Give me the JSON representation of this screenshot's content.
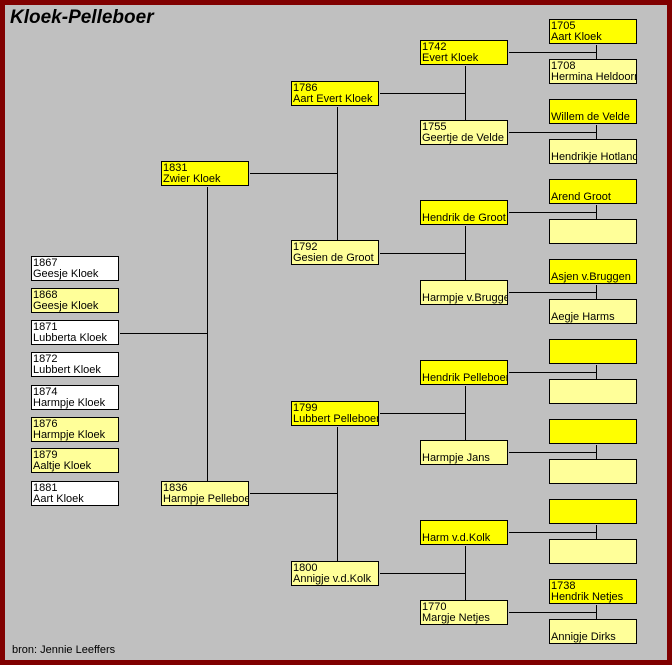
{
  "title": "Kloek-Pelleboer",
  "source": "bron: Jennie Leeffers",
  "colors": {
    "frame": "#800000",
    "background": "#c0c0c0",
    "yellow": "#ffff00",
    "pale": "#ffff99",
    "white": "#ffffff"
  },
  "children": [
    {
      "year": "1867",
      "name": "Geesje Kloek",
      "color": "white"
    },
    {
      "year": "1868",
      "name": "Geesje Kloek",
      "color": "pale"
    },
    {
      "year": "1871",
      "name": "Lubberta Kloek",
      "color": "white"
    },
    {
      "year": "1872",
      "name": "Lubbert Kloek",
      "color": "white"
    },
    {
      "year": "1874",
      "name": "Harmpje Kloek",
      "color": "white"
    },
    {
      "year": "1876",
      "name": "Harmpje Kloek",
      "color": "pale"
    },
    {
      "year": "1879",
      "name": "Aaltje Kloek",
      "color": "pale"
    },
    {
      "year": "1881",
      "name": "Aart Kloek",
      "color": "white"
    }
  ],
  "parents": [
    {
      "year": "1831",
      "name": "Zwier Kloek",
      "color": "yellow"
    },
    {
      "year": "1836",
      "name": "Harmpje Pelleboer",
      "color": "pale"
    }
  ],
  "grandparents": [
    {
      "year": "1786",
      "name": "Aart Evert Kloek",
      "color": "yellow"
    },
    {
      "year": "1792",
      "name": "Gesien de Groot",
      "color": "pale"
    },
    {
      "year": "1799",
      "name": "Lubbert Pelleboer",
      "color": "yellow"
    },
    {
      "year": "1800",
      "name": "Annigje v.d.Kolk",
      "color": "pale"
    }
  ],
  "great_grandparents": [
    {
      "year": "1742",
      "name": "Evert Kloek",
      "color": "yellow"
    },
    {
      "year": "1755",
      "name": "Geertje de Velde",
      "color": "pale"
    },
    {
      "year": "",
      "name": "Hendrik de Groot",
      "color": "yellow"
    },
    {
      "year": "",
      "name": "Harmpje v.Bruggen",
      "color": "pale"
    },
    {
      "year": "",
      "name": "Hendrik Pelleboer",
      "color": "yellow"
    },
    {
      "year": "",
      "name": "Harmpje Jans",
      "color": "pale"
    },
    {
      "year": "",
      "name": "Harm v.d.Kolk",
      "color": "yellow"
    },
    {
      "year": "1770",
      "name": "Margje Netjes",
      "color": "pale"
    }
  ],
  "great_great_grandparents": [
    {
      "year": "1705",
      "name": "Aart Kloek",
      "color": "yellow"
    },
    {
      "year": "1708",
      "name": "Hermina Heldoorn",
      "color": "pale"
    },
    {
      "year": "",
      "name": "Willem de Velde",
      "color": "yellow"
    },
    {
      "year": "",
      "name": "Hendrikje Hotland",
      "color": "pale"
    },
    {
      "year": "",
      "name": "Arend Groot",
      "color": "yellow"
    },
    {
      "year": "",
      "name": "",
      "color": "pale"
    },
    {
      "year": "",
      "name": "Asjen v.Bruggen",
      "color": "yellow"
    },
    {
      "year": "",
      "name": "Aegje Harms",
      "color": "pale"
    },
    {
      "year": "",
      "name": "",
      "color": "yellow"
    },
    {
      "year": "",
      "name": "",
      "color": "pale"
    },
    {
      "year": "",
      "name": "",
      "color": "yellow"
    },
    {
      "year": "",
      "name": "",
      "color": "pale"
    },
    {
      "year": "",
      "name": "",
      "color": "yellow"
    },
    {
      "year": "",
      "name": "",
      "color": "pale"
    },
    {
      "year": "1738",
      "name": "Hendrik Netjes",
      "color": "yellow"
    },
    {
      "year": "",
      "name": "Annigje Dirks",
      "color": "pale"
    }
  ]
}
